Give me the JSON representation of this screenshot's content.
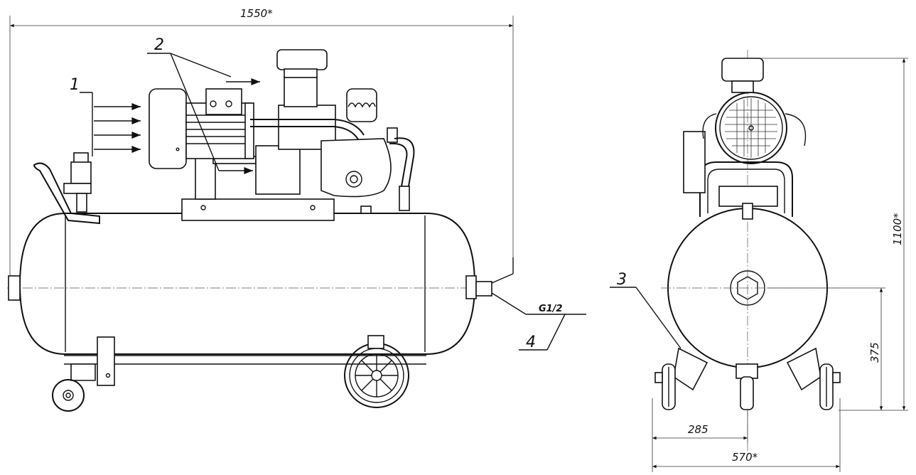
{
  "diagram": {
    "dimensions": {
      "overall_length": "1550*",
      "overall_height": "1100*",
      "axis_height": "375",
      "half_width": "285",
      "overall_width": "570*"
    },
    "thread_label": "G1/2",
    "callouts": [
      "1",
      "2",
      "3",
      "4"
    ]
  }
}
